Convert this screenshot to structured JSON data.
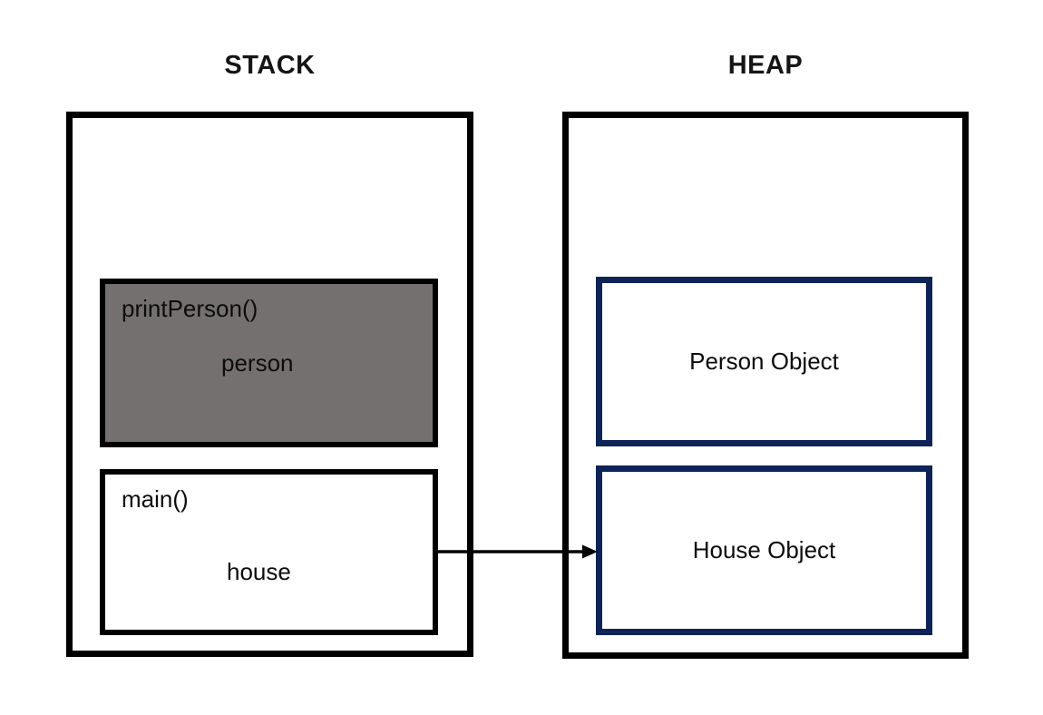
{
  "diagram": {
    "stack": {
      "title": "STACK",
      "frames": [
        {
          "name": "printPerson()",
          "variable": "person",
          "highlighted": true
        },
        {
          "name": "main()",
          "variable": "house",
          "highlighted": false
        }
      ]
    },
    "heap": {
      "title": "HEAP",
      "objects": [
        {
          "label": "Person Object"
        },
        {
          "label": "House Object"
        }
      ]
    },
    "arrow": {
      "from": "house",
      "to": "House Object"
    },
    "colors": {
      "active_frame_fill": "#747070",
      "heap_object_border": "#0e2356",
      "outline": "#000000"
    }
  }
}
